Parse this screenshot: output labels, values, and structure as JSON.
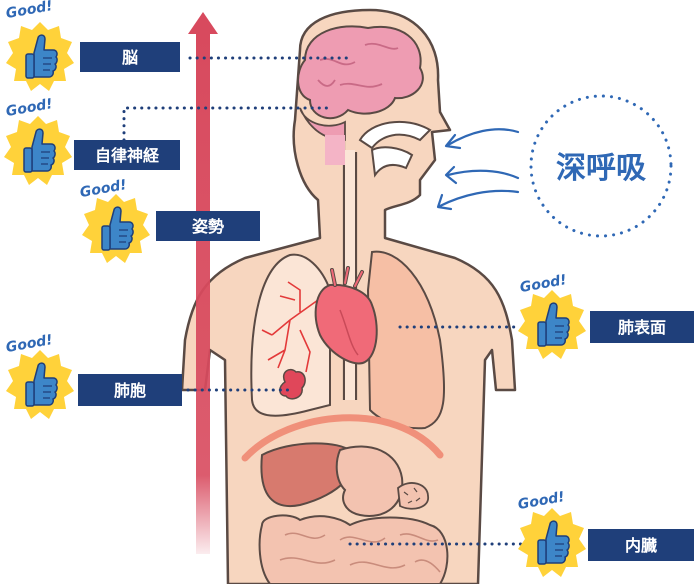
{
  "labels": {
    "brain": "脳",
    "autonomic": "自律神経",
    "posture": "姿勢",
    "alveoli": "肺胞",
    "lung_surface": "肺表面",
    "internal_organs": "内臓"
  },
  "breath_label": "深呼吸",
  "badge_text": "Good!",
  "colors": {
    "label_bg": "#1f3f7a",
    "badge_fill": "#ffd23a",
    "thumb_fill": "#3d86c8",
    "arrow": "#d84a5e",
    "skin": "#f7d6bf",
    "outline": "#5a4a44"
  }
}
